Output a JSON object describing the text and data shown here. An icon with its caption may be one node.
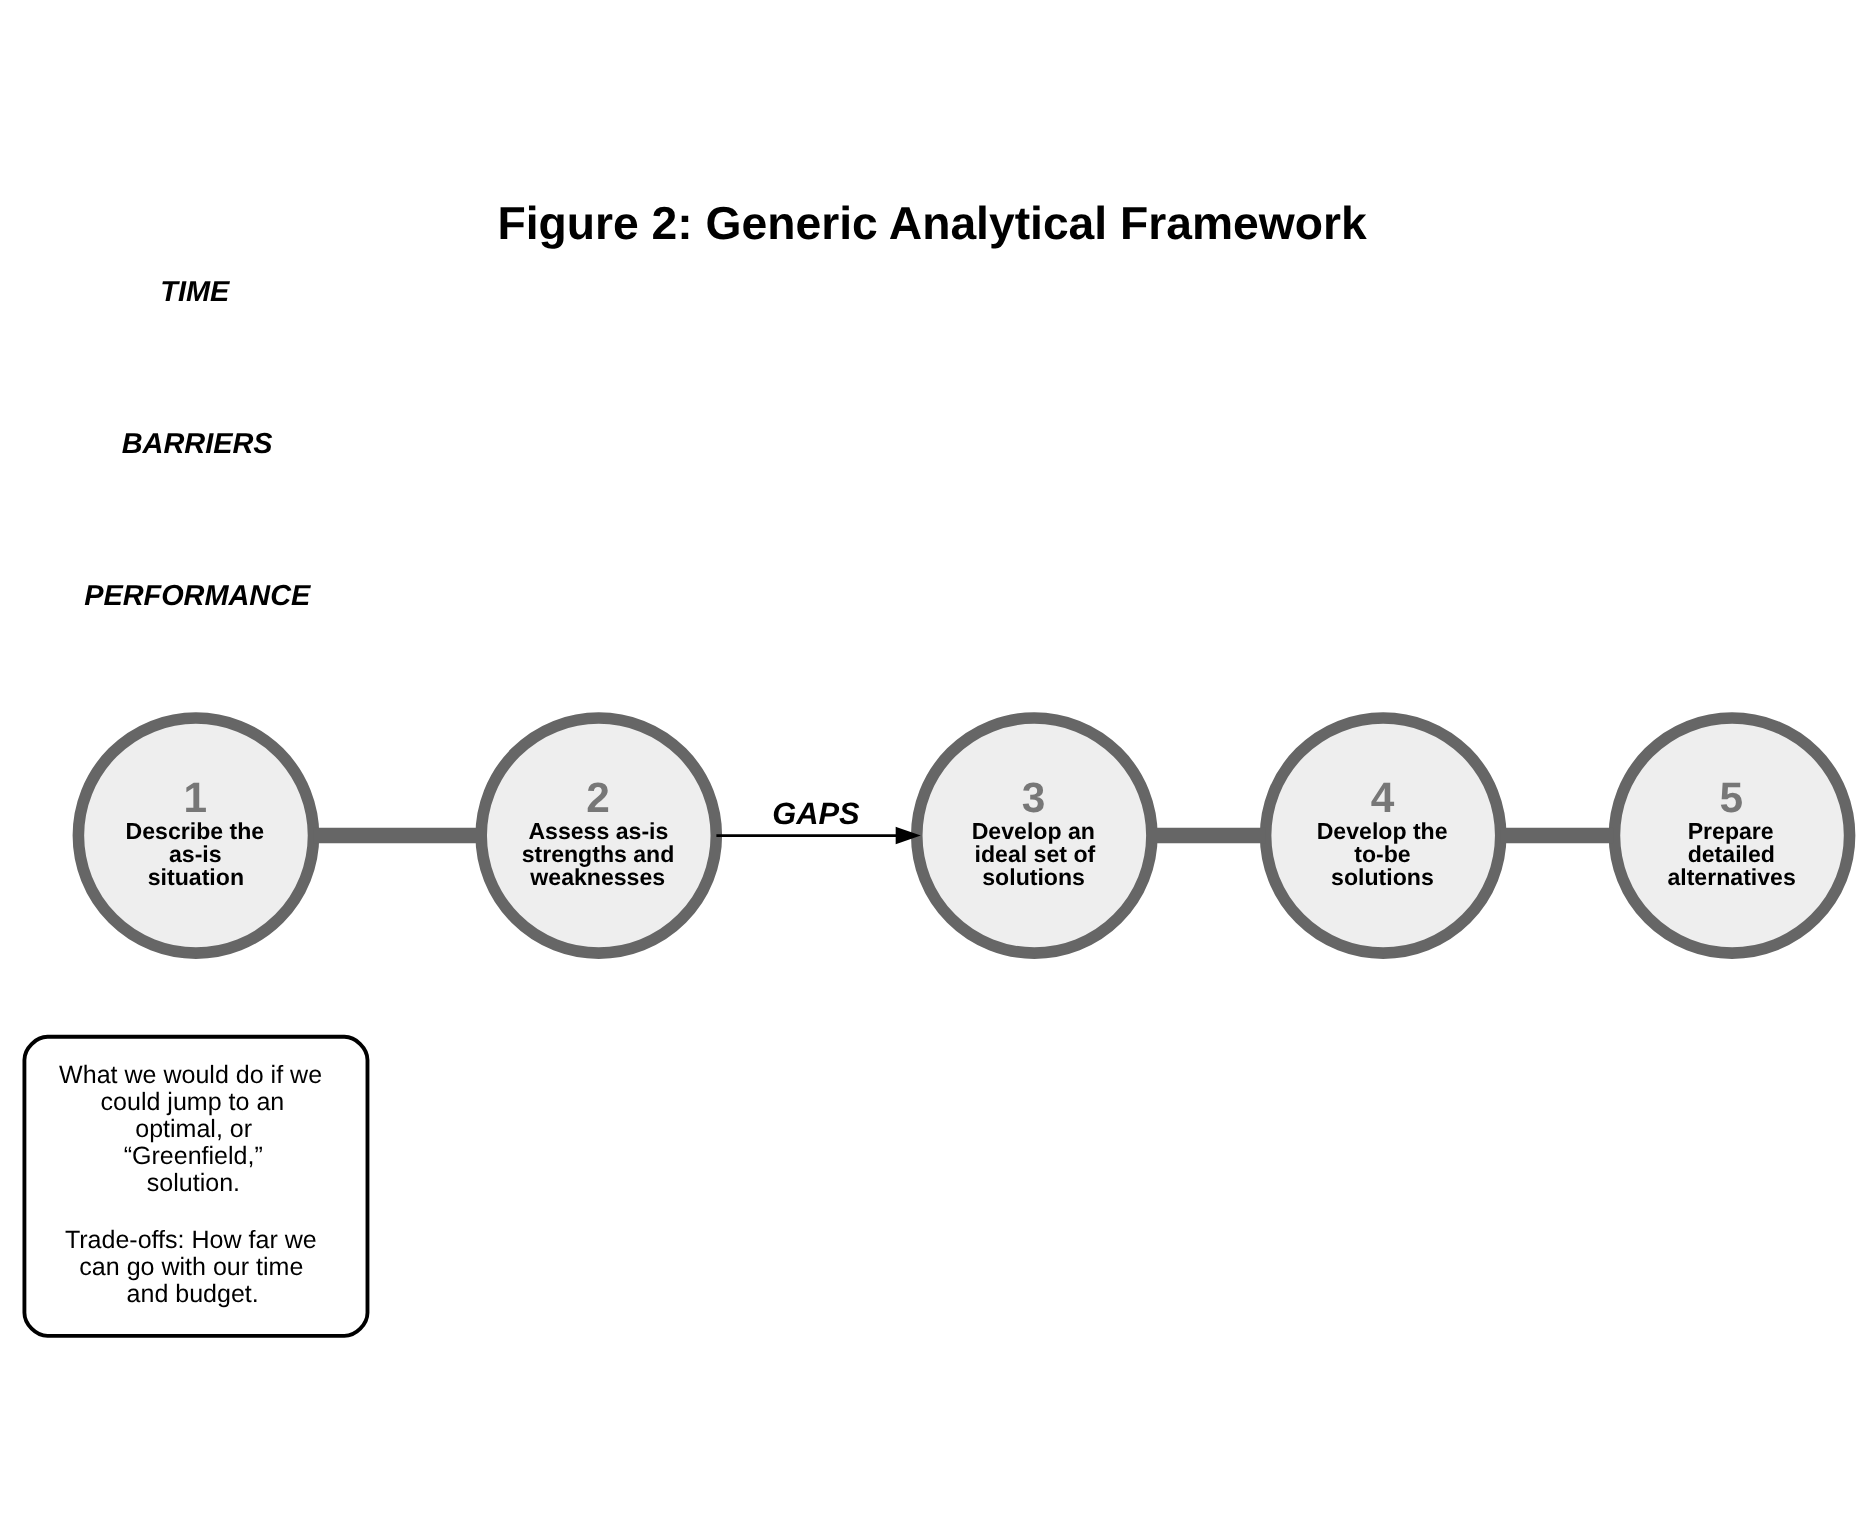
{
  "diagram": {
    "title": "Figure 2: Generic Analytical Framework",
    "nodes": [
      {
        "text": [
          "What we would do if we could jump to an optimal, or “Greenfield,” solution.",
          "Trade-offs: How far we can go with our time and budget."
        ]
      },
      {
        "text": [
          "1",
          "Describe the as-is situation"
        ]
      },
      {
        "text": [
          "2",
          "Assess as-is strengths and weaknesses"
        ]
      },
      {
        "text": [
          "3",
          "Develop an ideal set of solutions"
        ]
      },
      {
        "text": [
          "4",
          "Develop the to-be solutions"
        ]
      },
      {
        "text": [
          "5",
          "Prepare detailed alternatives"
        ]
      }
    ],
    "edges": [
      {
        "from": 1,
        "to": 2,
        "arrow": "none"
      },
      {
        "from": 2,
        "to": 3,
        "arrow": "to",
        "label": "GAPS",
        "color": "#000000"
      },
      {
        "from": 3,
        "to": 4,
        "arrow": "none"
      },
      {
        "from": 4,
        "to": 5,
        "arrow": "none"
      }
    ],
    "labels": [
      "PERFORMANCE",
      "BARRIERS",
      "TIME"
    ]
  }
}
